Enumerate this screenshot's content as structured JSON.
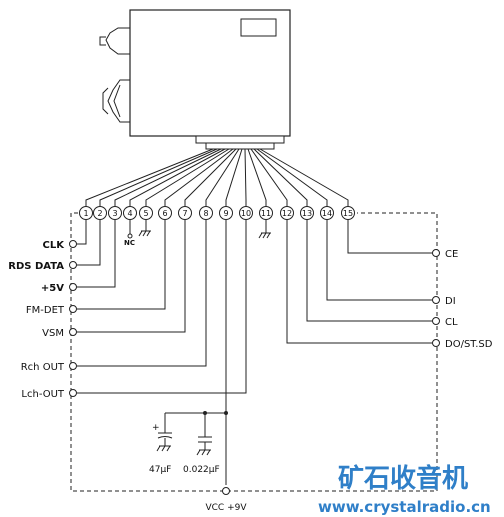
{
  "pins": [
    "1",
    "2",
    "3",
    "4",
    "5",
    "6",
    "7",
    "8",
    "9",
    "10",
    "11",
    "12",
    "13",
    "14",
    "15"
  ],
  "left_labels": {
    "clk": "CLK",
    "rds_data": "RDS DATA",
    "plus5v": "+5V",
    "fm_det": "FM-DET",
    "vsm": "VSM",
    "rch_out": "Rch OUT",
    "lch_out": "Lch-OUT"
  },
  "right_labels": {
    "ce": "CE",
    "di": "DI",
    "cl": "CL",
    "do_st_sd": "DO/ST.SD"
  },
  "nc_label": "NC",
  "capacitors": {
    "c1": "47μF",
    "c2": "0.022μF",
    "plus": "+"
  },
  "vcc_label": "VCC +9V",
  "watermark": {
    "chinese": "矿石收音机",
    "url": "www.crystalradio.cn",
    "color": "#2f7fc8"
  },
  "colors": {
    "line": "#222222",
    "background": "#ffffff"
  }
}
